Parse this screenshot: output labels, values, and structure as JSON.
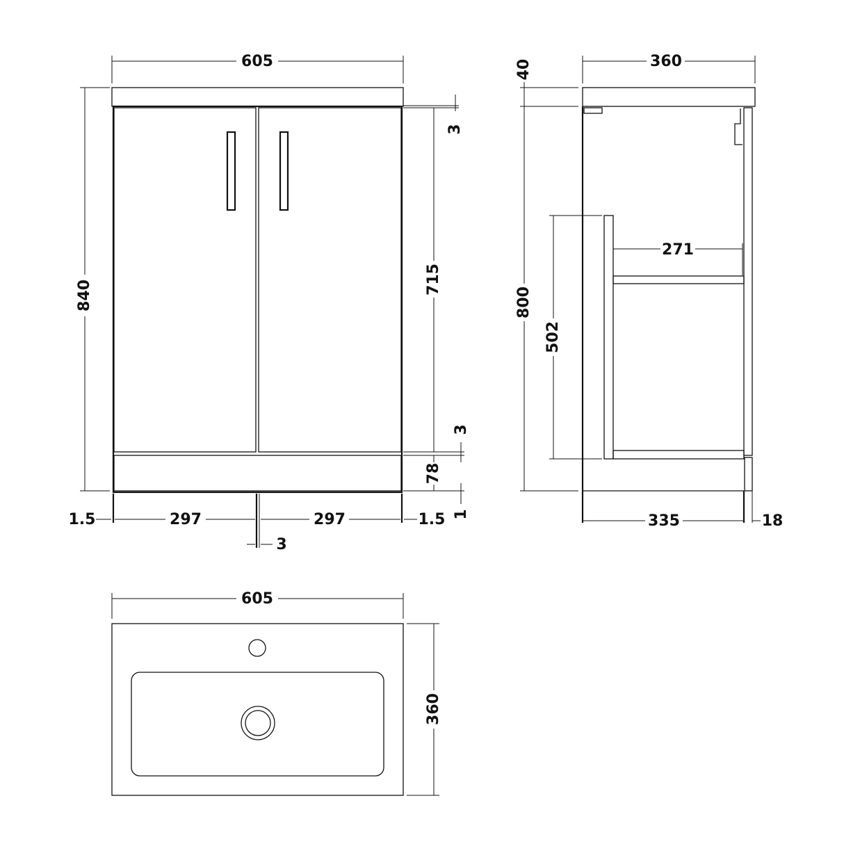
{
  "front_view": {
    "overall_width": "605",
    "overall_height": "840",
    "door_height": "715",
    "top_gap": "3",
    "mid_gap": "3",
    "plinth_height": "78",
    "floor_gap": "1",
    "left_margin": "1.5",
    "left_door_width": "297",
    "right_door_width": "297",
    "right_margin": "1.5",
    "door_gap": "3"
  },
  "side_view": {
    "overall_depth": "360",
    "worktop_thickness": "40",
    "carcass_height": "800",
    "front_panel_height": "502",
    "shelf_depth": "271",
    "carcass_depth": "335",
    "door_thickness": "18"
  },
  "basin_plan": {
    "width": "605",
    "depth": "360"
  }
}
